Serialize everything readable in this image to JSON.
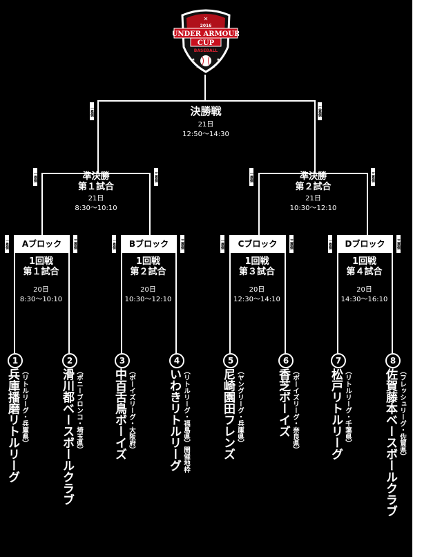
{
  "logo": {
    "year": "2016",
    "line1": "UNDER ARMOUR",
    "line2": "CUP",
    "line3": "BASEBALL"
  },
  "labels": {
    "first_base": "一塁側",
    "third_base": "三塁側"
  },
  "final": {
    "title": "決勝戦",
    "date": "21日",
    "time": "12:50〜14:30"
  },
  "semis": [
    {
      "title": "準決勝",
      "game": "第１試合",
      "date": "21日",
      "time": "8:30〜10:10"
    },
    {
      "title": "準決勝",
      "game": "第２試合",
      "date": "21日",
      "time": "10:30〜12:10"
    }
  ],
  "blocks": [
    {
      "name": "Aブロック",
      "round": "1回戦",
      "game": "第１試合",
      "date": "20日",
      "time": "8:30〜10:10"
    },
    {
      "name": "Bブロック",
      "round": "1回戦",
      "game": "第２試合",
      "date": "20日",
      "time": "10:30〜12:10"
    },
    {
      "name": "Cブロック",
      "round": "1回戦",
      "game": "第３試合",
      "date": "20日",
      "time": "12:30〜14:10"
    },
    {
      "name": "Dブロック",
      "round": "1回戦",
      "game": "第４試合",
      "date": "20日",
      "time": "14:30〜16:10"
    }
  ],
  "teams": [
    {
      "num": "1",
      "name": "兵庫播磨リトルリーグ",
      "league": "（リトルリーグ・兵庫県）"
    },
    {
      "num": "2",
      "name": "滑川都ベースボールクラブ",
      "league": "（ポニーブロンコ・埼玉県）"
    },
    {
      "num": "3",
      "name": "中百舌鳥ボーイズ",
      "league": "（ボーイズリーグ・大阪府）"
    },
    {
      "num": "4",
      "name": "いわきリトルリーグ",
      "league": "（リトルリーグ・福島県）開催地枠"
    },
    {
      "num": "5",
      "name": "尼崎園田フレンズ",
      "league": "（ヤングリーグ・兵庫県）"
    },
    {
      "num": "6",
      "name": "香芝ボーイズ",
      "league": "（ボーイズリーグ・奈良県）"
    },
    {
      "num": "7",
      "name": "松戸リトルリーグ",
      "league": "（リトルリーグ・千葉県）"
    },
    {
      "num": "8",
      "name": "佐賀藤本ベースボールクラブ",
      "league": "（フレッシュリーグ・佐賀県）"
    }
  ]
}
